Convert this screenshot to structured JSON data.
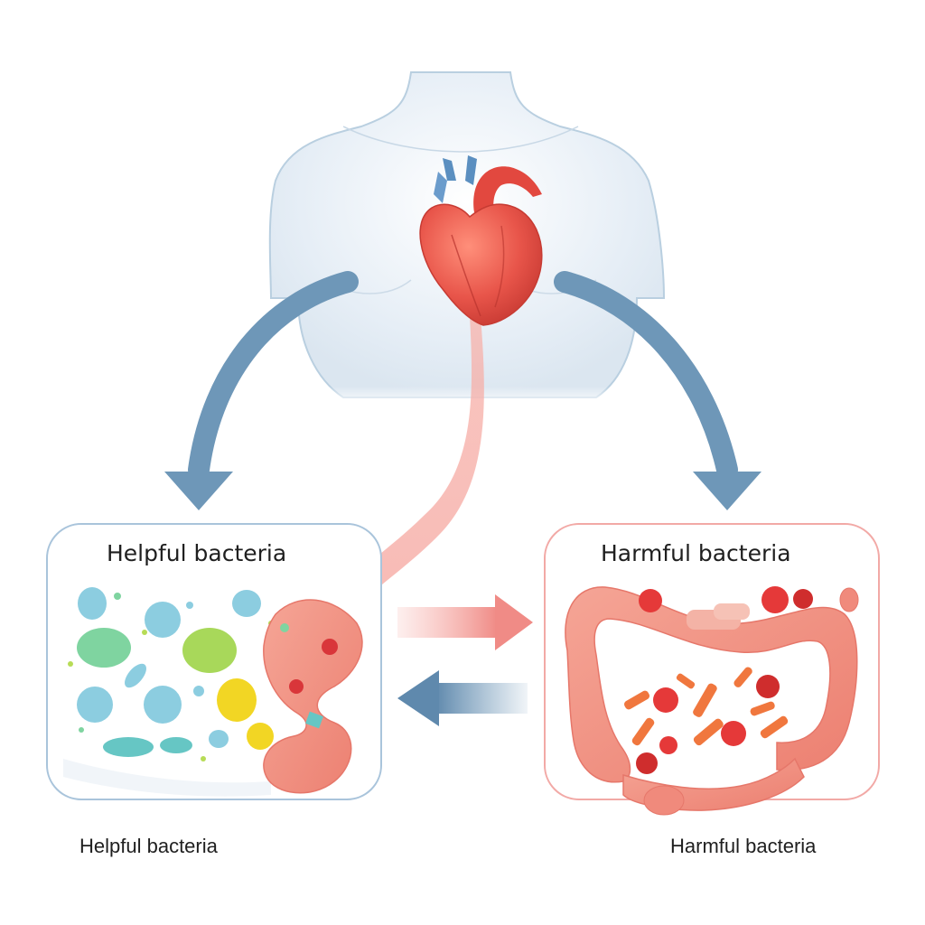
{
  "labels": {
    "helpful_panel_title": "Helpful bacteria",
    "harmful_panel_title": "Harmful bacteria",
    "helpful_caption": "Helpful bacteria",
    "harmful_caption": "Harmful bacteria"
  },
  "colors": {
    "body_outline": "#b9cfe0",
    "body_fill": "#e6eef6",
    "heart": "#e8554a",
    "heart_vessels": "#5b8fc0",
    "blue_arrow": "#6e97b8",
    "pink_arrow": "#f2a4a0",
    "helpful_panel_border": "#a9c4db",
    "harmful_panel_border": "#f2a9a6",
    "intestine": "#f08a7c",
    "helpful_bacteria": [
      "#8ccde0",
      "#7fd4a0",
      "#b7dc56",
      "#f2d624",
      "#66c6c4"
    ],
    "harmful_bacteria": [
      "#e53939",
      "#f0773e",
      "#cf2d2d"
    ]
  },
  "icons": {
    "body": "torso-silhouette-icon",
    "heart": "heart-icon",
    "left_arrow": "curved-arrow-down-left-icon",
    "right_arrow": "curved-arrow-down-right-icon",
    "forward_arrow": "arrow-right-icon",
    "back_arrow": "arrow-left-icon",
    "helpful_gut": "intestine-icon",
    "harmful_gut": "colon-icon"
  }
}
